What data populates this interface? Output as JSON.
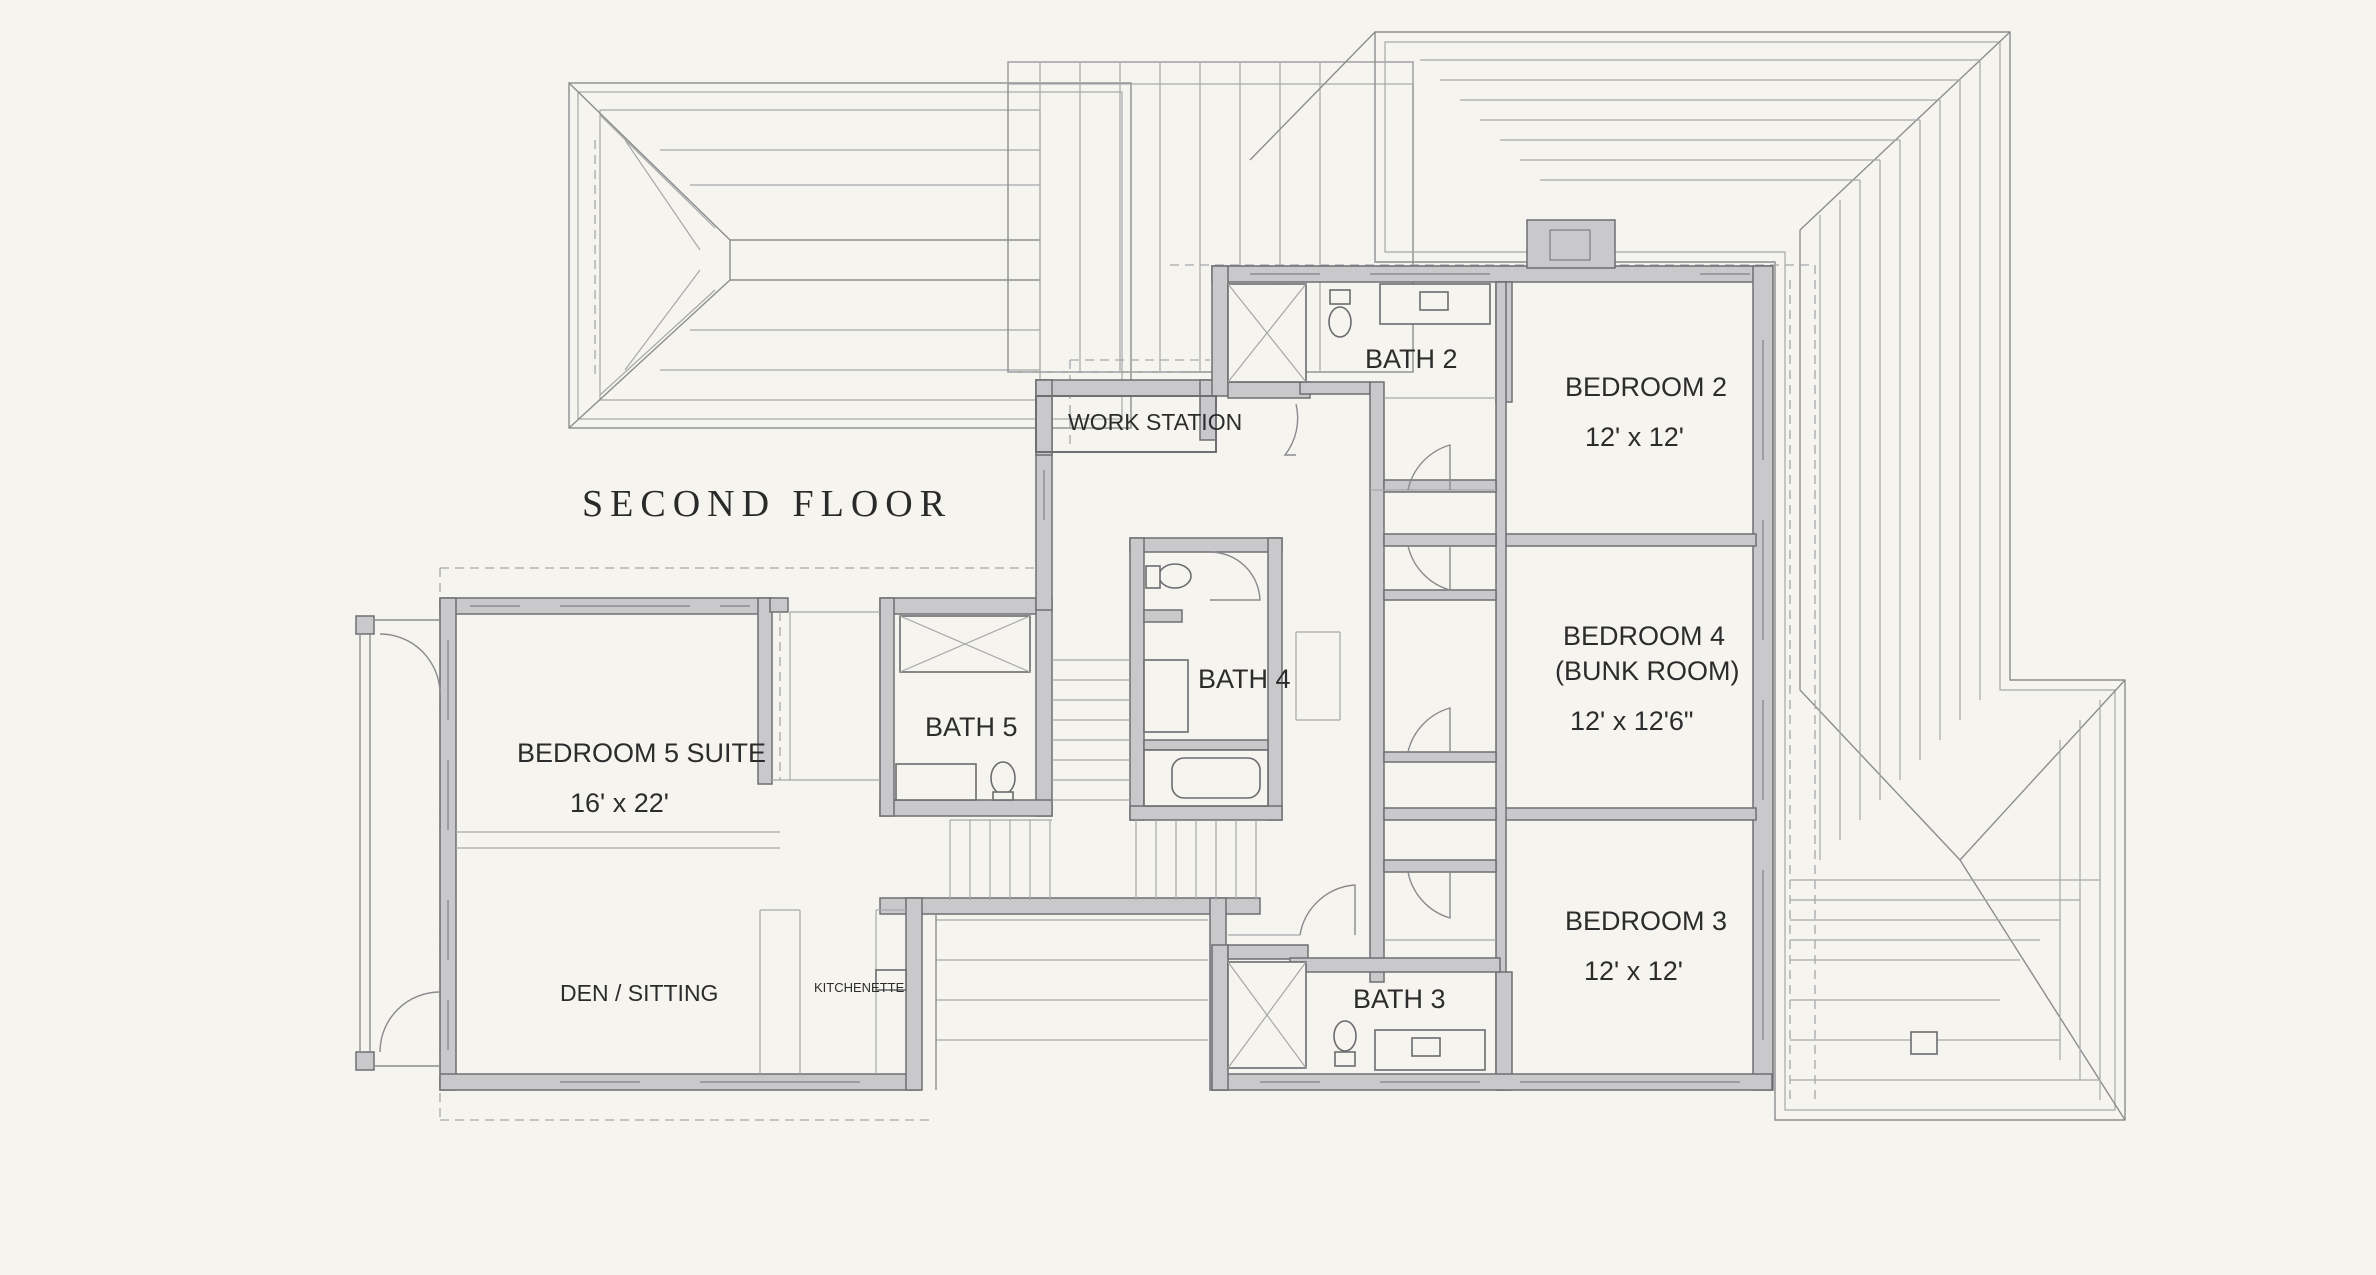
{
  "floor_title": "SECOND FLOOR",
  "rooms": {
    "bath2": "BATH 2",
    "bedroom2": "BEDROOM 2",
    "bedroom2_size": "12' x 12'",
    "work_station": "WORK STATION",
    "bedroom4": "BEDROOM 4",
    "bedroom4_sub": "(BUNK ROOM)",
    "bedroom4_size": "12' x 12'6\"",
    "bath4": "BATH 4",
    "bath5": "BATH 5",
    "bedroom5": "BEDROOM 5 SUITE",
    "bedroom5_size": "16' x 22'",
    "den": "DEN / SITTING",
    "kitchenette": "KITCHENETTE",
    "bath3": "BATH 3",
    "bedroom3": "BEDROOM 3",
    "bedroom3_size": "12' x 12'"
  },
  "colors": {
    "background": "#f6f4ee",
    "wall": "#c9c9cc",
    "line": "#8d8d90"
  }
}
